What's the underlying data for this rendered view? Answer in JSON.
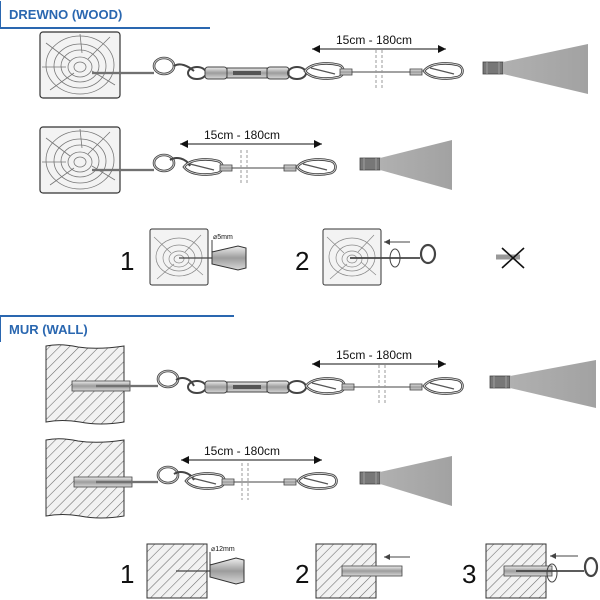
{
  "sections": {
    "wood_title": "DREWNO (WOOD)",
    "wall_title": "MUR (WALL)"
  },
  "dimensions": {
    "wood_row1": "15cm - 180cm",
    "wood_row2": "15cm - 180cm",
    "wall_row1": "15cm - 180cm",
    "wall_row2": "15cm - 180cm"
  },
  "wood_steps": {
    "step1_number": "1",
    "step1_drill": "⌀5mm",
    "step2_number": "2"
  },
  "wall_steps": {
    "step1_number": "1",
    "step1_drill": "⌀12mm",
    "step2_number": "2",
    "step3_number": "3"
  },
  "icons": [
    "wood-block-icon",
    "wall-block-icon",
    "eye-screw-icon",
    "turnbuckle-icon",
    "snap-hook-icon",
    "wire-rope-icon",
    "sail-corner-icon",
    "drill-bit-icon",
    "rotation-arrow-icon",
    "dowel-icon",
    "cross-icon"
  ],
  "colors": {
    "accent": "#2a67b0",
    "sail": "#b4b4b4",
    "metal": "#8a8a8a"
  }
}
